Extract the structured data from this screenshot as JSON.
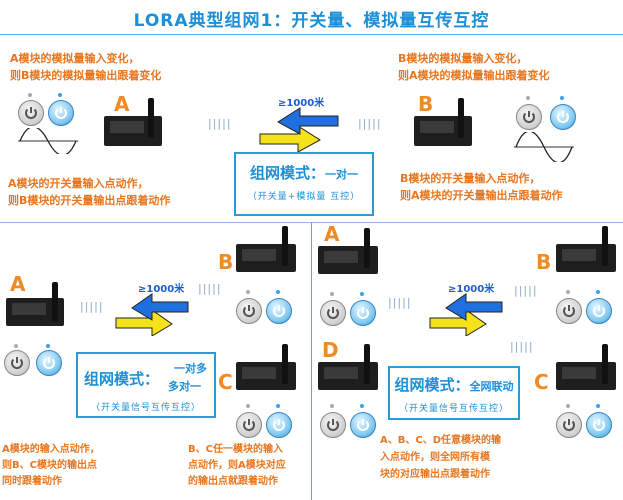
{
  "title": "LORA典型组网1：开关量、模拟量互传互控",
  "top": {
    "note_tl": [
      "A模块的模拟量输入变化，",
      "则B模块的模拟量输出跟着变化"
    ],
    "note_tr": [
      "B模块的模拟量输入变化，",
      "则A模块的模拟量输出跟着变化"
    ],
    "note_bl": [
      "A模块的开关量输入点动作，",
      "则B模块的开关量输出点跟着动作"
    ],
    "note_br": [
      "B模块的开关量输入点动作，",
      "则A模块的开关量输出点跟着动作"
    ],
    "label_a": "A",
    "label_b": "B",
    "distance": "≥1000米",
    "mode_title": "组网模式：",
    "mode_value": "一对一",
    "mode_sub": "（开关量+模拟量 互控）"
  },
  "left": {
    "label_a": "A",
    "label_b": "B",
    "label_c": "C",
    "distance": "≥1000米",
    "mode_title": "组网模式：",
    "mode_value_1": "一对多",
    "mode_value_2": "多对一",
    "mode_sub": "（开关量信号互传互控）",
    "note_a": [
      "A模块的输入点动作，",
      "则B、C模块的输出点",
      "同时跟着动作"
    ],
    "note_bc": [
      "B、C任一模块的输入",
      "点动作，则A模块对应",
      "的输出点就跟着动作"
    ]
  },
  "right": {
    "label_a": "A",
    "label_b": "B",
    "label_c": "C",
    "label_d": "D",
    "distance": "≥1000米",
    "mode_title": "组网模式：",
    "mode_value": "全网联动",
    "mode_sub": "（开关量信号互传互控）",
    "note": [
      "A、B、C、D任意模块的输",
      "入点动作，则全网所有模",
      "块的对应输出点跟着动作"
    ]
  },
  "colors": {
    "accent_blue": "#1b8fd8",
    "note_orange": "#e8761f",
    "arrow_yellow": "#f5e21a",
    "arrow_blue": "#1f6fe0"
  }
}
